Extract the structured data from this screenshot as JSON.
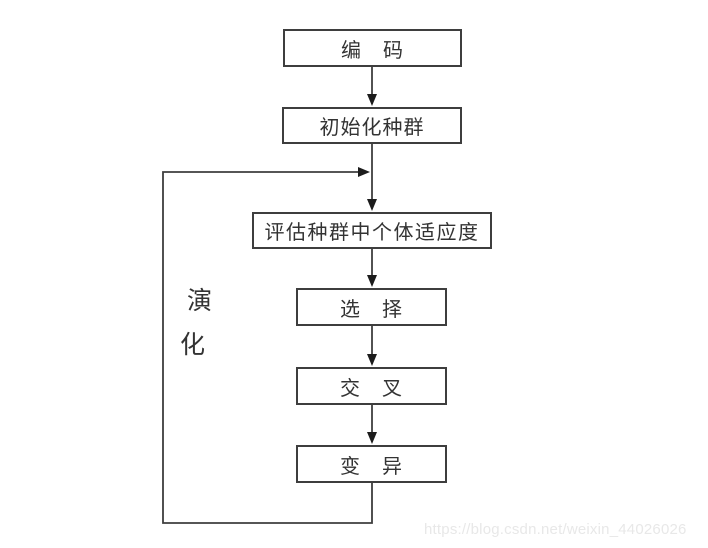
{
  "diagram": {
    "nodes": [
      {
        "id": "encode",
        "label": "编　码"
      },
      {
        "id": "init",
        "label": "初始化种群"
      },
      {
        "id": "evaluate",
        "label": "评估种群中个体适应度"
      },
      {
        "id": "select",
        "label": "选　择"
      },
      {
        "id": "crossover",
        "label": "交　叉"
      },
      {
        "id": "mutate",
        "label": "变　异"
      }
    ],
    "loop": {
      "label": "演化",
      "chars": [
        "演",
        "化"
      ]
    },
    "flow": [
      "encode -> init",
      "init -> evaluate",
      "evaluate -> select",
      "select -> crossover",
      "crossover -> mutate",
      "mutate -> evaluate (feedback loop)"
    ]
  },
  "watermark": {
    "text": "https://blog.csdn.net/weixin_44026026"
  },
  "colors": {
    "background": "#ffffff",
    "line": "#3e3e3e",
    "arrowhead": "#1c1c1c",
    "text": "#333333",
    "watermark": "#e8e8e8"
  }
}
